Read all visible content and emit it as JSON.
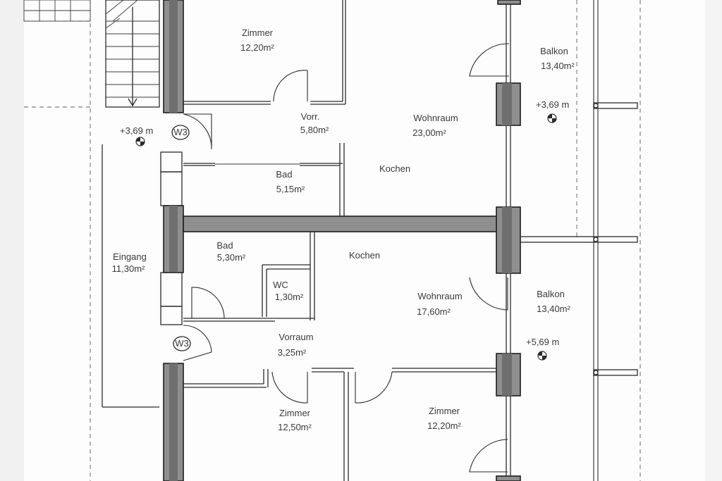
{
  "rooms": [
    {
      "name": "Zimmer",
      "area": "12,20m²"
    },
    {
      "name": "Vorr.",
      "area": "5,80m²"
    },
    {
      "name": "Wohnraum",
      "area": "23,00m²"
    },
    {
      "name": "Balkon",
      "area": "13,40m²"
    },
    {
      "name": "Bad",
      "area": "5,15m²"
    },
    {
      "name": "Kochen",
      "area": ""
    },
    {
      "name": "Bad",
      "area": "5,30m²"
    },
    {
      "name": "Kochen",
      "area": ""
    },
    {
      "name": "Eingang",
      "area": "11,30m²"
    },
    {
      "name": "WC",
      "area": "1,30m²"
    },
    {
      "name": "Wohnraum",
      "area": "17,60m²"
    },
    {
      "name": "Balkon",
      "area": "13,40m²"
    },
    {
      "name": "Vorraum",
      "area": "3,25m²"
    },
    {
      "name": "Zimmer",
      "area": "12,50m²"
    },
    {
      "name": "Zimmer",
      "area": "12,20m²"
    }
  ],
  "levels": [
    "+3,69 m",
    "+3,69 m",
    "+5,69 m"
  ],
  "tags": [
    "W3",
    "W3"
  ]
}
